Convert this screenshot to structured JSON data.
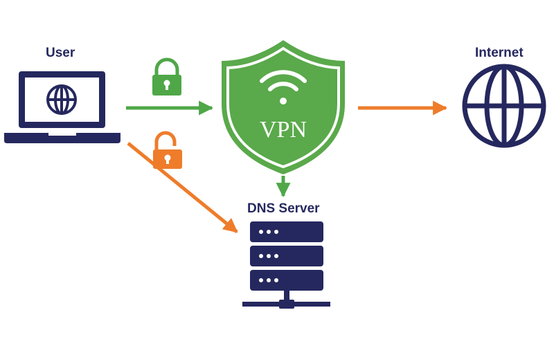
{
  "labels": {
    "user": "User",
    "internet": "Internet",
    "dns_server": "DNS Server",
    "vpn": "VPN"
  },
  "icons": {
    "user_device": "laptop-icon",
    "user_screen": "globe-icon",
    "vpn_badge": "shield-icon",
    "vpn_signal": "wifi-icon",
    "secure_link": "locked-padlock-icon",
    "insecure_link": "unlocked-padlock-icon",
    "internet": "globe-icon",
    "dns": "server-rack-icon"
  },
  "colors": {
    "navy": "#25285e",
    "green": "#4fa748",
    "shield_green": "#5aa94b",
    "orange": "#ee7c2b",
    "white": "#ffffff"
  }
}
